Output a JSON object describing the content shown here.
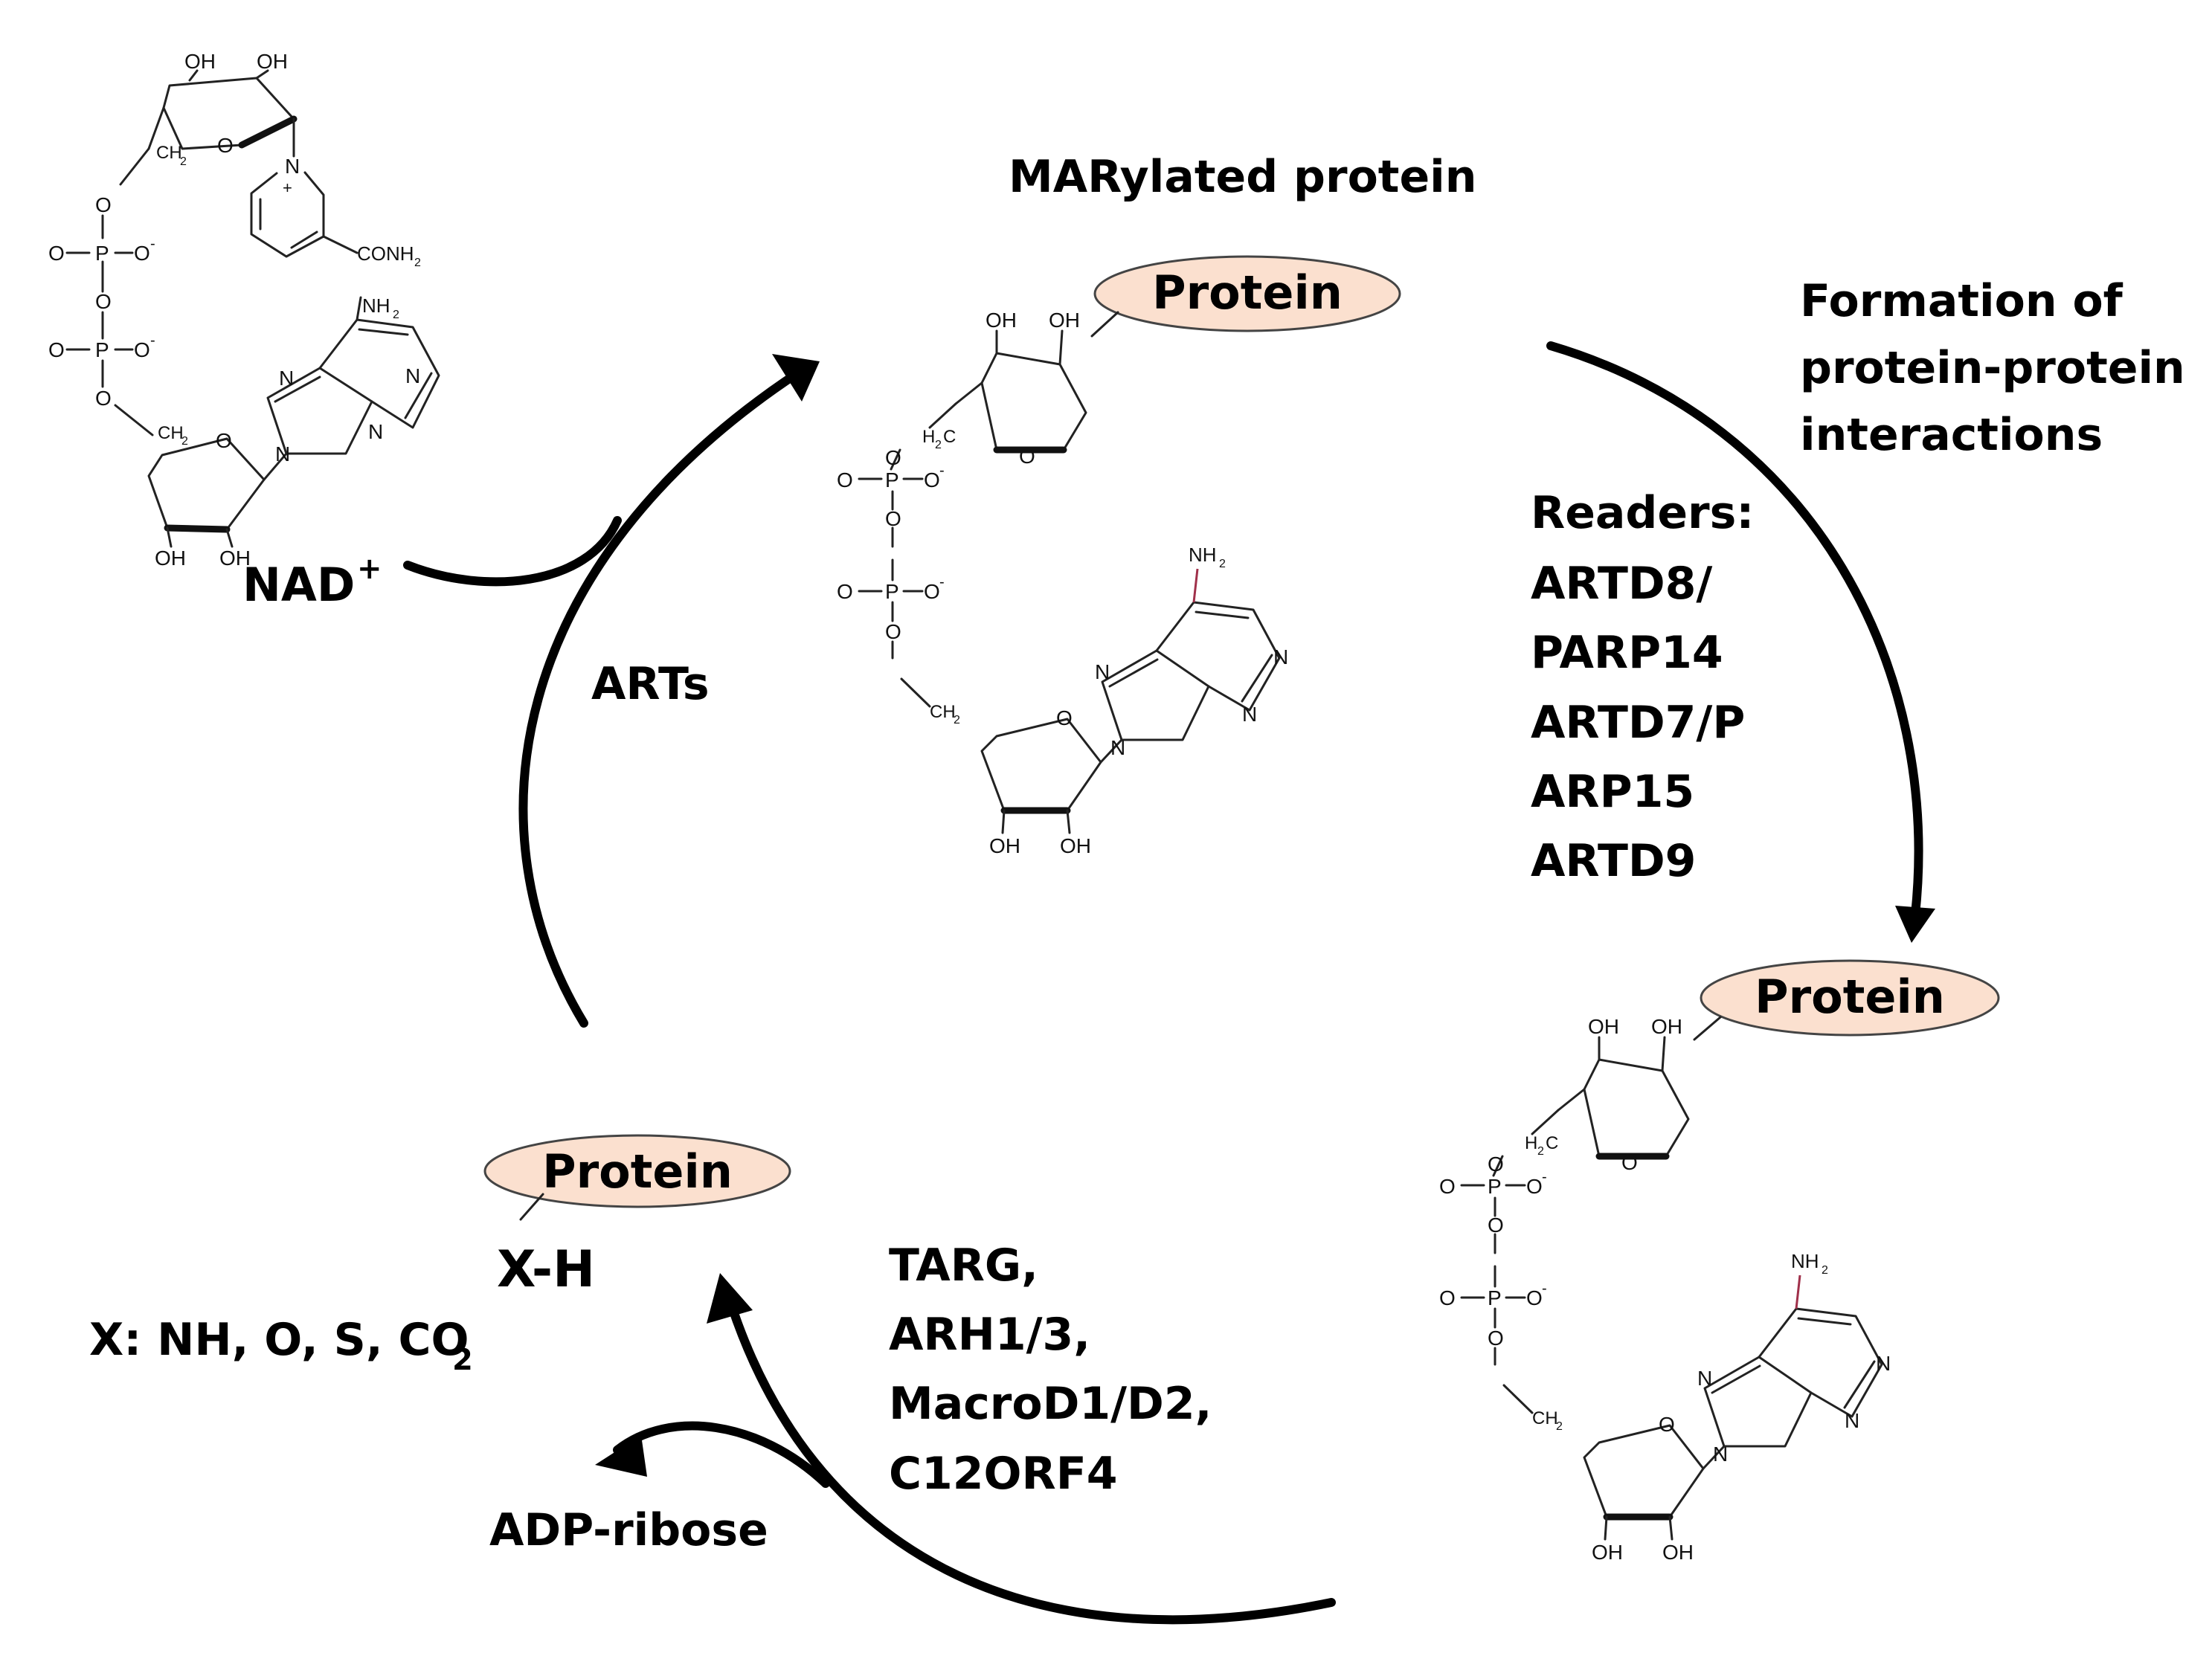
{
  "labels": {
    "marylated_title": "MARylated protein",
    "formation": [
      "Formation of",
      "protein-protein",
      "interactions"
    ],
    "readers": [
      "Readers:",
      "ARTD8/",
      "PARP14",
      "ARTD7/P",
      "ARP15",
      "ARTD9"
    ],
    "arts": "ARTs",
    "nad": "NAD",
    "nad_charge": "+",
    "erasers": [
      "TARG,",
      "ARH1/3,",
      "MacroD1/D2,",
      "C12ORF4"
    ],
    "adp_ribose": "ADP-ribose",
    "xh": "X-H",
    "x_groups_main": "X: NH, O, S, CO",
    "x_groups_sub": "2",
    "protein": "Protein"
  },
  "chem": {
    "oh": "OH",
    "o": "O",
    "o_minus": "O",
    "minus": "-",
    "p": "P",
    "ch2": "CH",
    "h2c": "H",
    "sub2": "2",
    "c_label": "C",
    "nh2": "NH",
    "n": "N",
    "n_plus": "+",
    "conh2": "CONH",
    "eq_o": "O"
  },
  "colors": {
    "protein_fill": "#fbe0cf",
    "arrow": "#000000",
    "amine_bond": "#a0304a"
  }
}
